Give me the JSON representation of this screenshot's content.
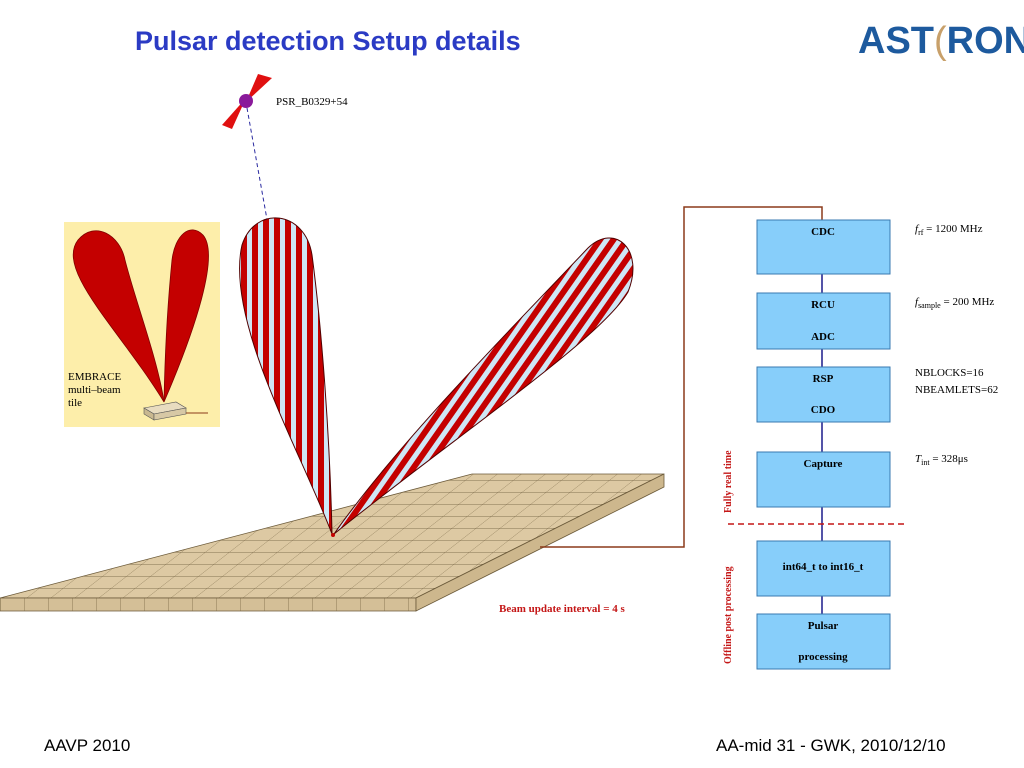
{
  "title": "Pulsar detection Setup details",
  "logo": {
    "text_before": "AST",
    "text_bracket": "(",
    "text_after": "RON"
  },
  "footer": {
    "left": "AAVP 2010",
    "right": "AA-mid 31 - GWK, 2010/12/10"
  },
  "source": {
    "label": "PSR_B0329+54"
  },
  "inset": {
    "lines": [
      "EMBRACE",
      "multi–beam",
      "tile"
    ]
  },
  "beam_update": "Beam update interval = 4 s",
  "pipeline": {
    "boxes": [
      {
        "line1": "CDC",
        "line2": ""
      },
      {
        "line1": "RCU",
        "line2": "ADC"
      },
      {
        "line1": "RSP",
        "line2": "CDO"
      },
      {
        "line1": "Capture",
        "line2": ""
      },
      {
        "line1": "int64_t to int16_t",
        "line2": ""
      },
      {
        "line1": "Pulsar",
        "line2": "processing"
      }
    ],
    "params": {
      "frf": {
        "symbol": "f",
        "sub": "rf",
        "value": " = 1200 MHz"
      },
      "fsample": {
        "symbol": "f",
        "sub": "sample",
        "value": " = 200 MHz"
      },
      "nblocks": "NBLOCKS=16",
      "nbeamlets": "NBEAMLETS=62",
      "tint": {
        "symbol": "T",
        "sub": "int",
        "value": " = 328μs"
      }
    },
    "realtime_label": "Fully real time",
    "offline_label": "Offline post processing"
  },
  "colors": {
    "title": "#2b3bc4",
    "box_fill": "#87cefa",
    "beam_red": "#c40000",
    "beam_stripe": "#cfe6f5",
    "inset_bg": "#fdeeaa",
    "tile": "#ddc9a3",
    "connector": "#8b3a1a",
    "dashed": "#c41616",
    "link": "#1a1a8a"
  }
}
